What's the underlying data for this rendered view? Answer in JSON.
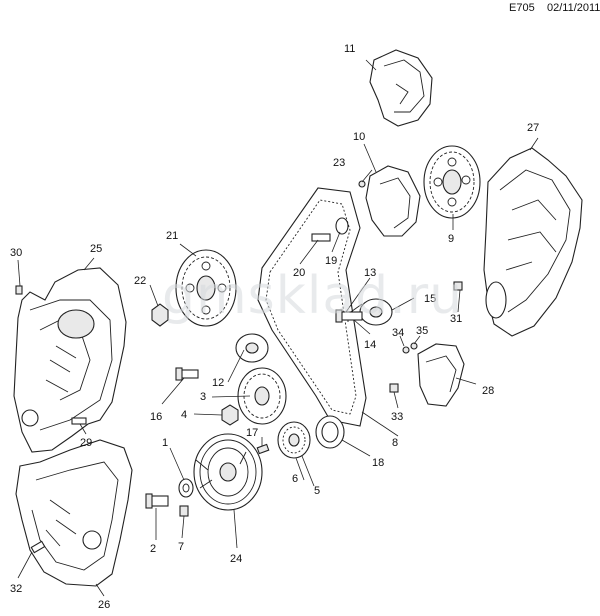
{
  "header": {
    "diagram_code": "E705",
    "date": "02/11/2011"
  },
  "watermark": "gmsklad.ru",
  "callouts": {
    "c1": "1",
    "c2": "2",
    "c3": "3",
    "c4": "4",
    "c5": "5",
    "c6": "6",
    "c7": "7",
    "c8": "8",
    "c9": "9",
    "c10": "10",
    "c11": "11",
    "c12": "12",
    "c13": "13",
    "c14": "14",
    "c15": "15",
    "c16": "16",
    "c17": "17",
    "c18": "18",
    "c19": "19",
    "c20": "20",
    "c21": "21",
    "c22": "22",
    "c23": "23",
    "c24": "24",
    "c25": "25",
    "c26": "26",
    "c27": "27",
    "c28": "28",
    "c29": "29",
    "c30": "30",
    "c31": "31",
    "c32": "32",
    "c33": "33",
    "c34": "34",
    "c35": "35"
  }
}
